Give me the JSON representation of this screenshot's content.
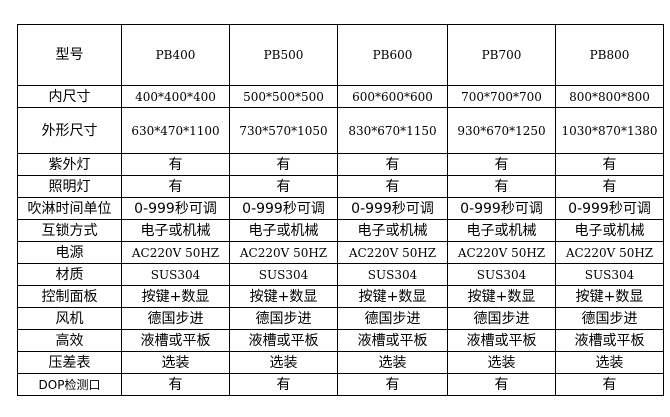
{
  "table": {
    "header": {
      "label": "型号",
      "models": [
        "PB400",
        "PB500",
        "PB600",
        "PB700",
        "PB800"
      ]
    },
    "rows": [
      {
        "label": "内尺寸",
        "values": [
          "400*400*400",
          "500*500*500",
          "600*600*600",
          "700*700*700",
          "800*800*800"
        ]
      },
      {
        "label": "外形尺寸",
        "values": [
          "630*470*1100",
          "730*570*1050",
          "830*670*1150",
          "930*670*1250",
          "1030*870*1380"
        ]
      },
      {
        "label": "紫外灯",
        "values": [
          "有",
          "有",
          "有",
          "有",
          "有"
        ]
      },
      {
        "label": "照明灯",
        "values": [
          "有",
          "有",
          "有",
          "有",
          "有"
        ]
      },
      {
        "label": "吹淋时间单位",
        "values": [
          "0-999秒可调",
          "0-999秒可调",
          "0-999秒可调",
          "0-999秒可调",
          "0-999秒可调"
        ]
      },
      {
        "label": "互锁方式",
        "values": [
          "电子或机械",
          "电子或机械",
          "电子或机械",
          "电子或机械",
          "电子或机械"
        ]
      },
      {
        "label": "电源",
        "values": [
          "AC220V 50HZ",
          "AC220V 50HZ",
          "AC220V 50HZ",
          "AC220V 50HZ",
          "AC220V 50HZ"
        ]
      },
      {
        "label": "材质",
        "values": [
          "SUS304",
          "SUS304",
          "SUS304",
          "SUS304",
          "SUS304"
        ]
      },
      {
        "label": "控制面板",
        "values": [
          "按键+数显",
          "按键+数显",
          "按键+数显",
          "按键+数显",
          "按键+数显"
        ]
      },
      {
        "label": "风机",
        "values": [
          "德国步进",
          "德国步进",
          "德国步进",
          "德国步进",
          "德国步进"
        ]
      },
      {
        "label": "高效",
        "values": [
          "液槽或平板",
          "液槽或平板",
          "液槽或平板",
          "液槽或平板",
          "液槽或平板"
        ]
      },
      {
        "label": "压差表",
        "values": [
          "选装",
          "选装",
          "选装",
          "选装",
          "选装"
        ]
      },
      {
        "label": "DOP检测口",
        "values": [
          "有",
          "有",
          "有",
          "有",
          "有"
        ]
      }
    ]
  }
}
